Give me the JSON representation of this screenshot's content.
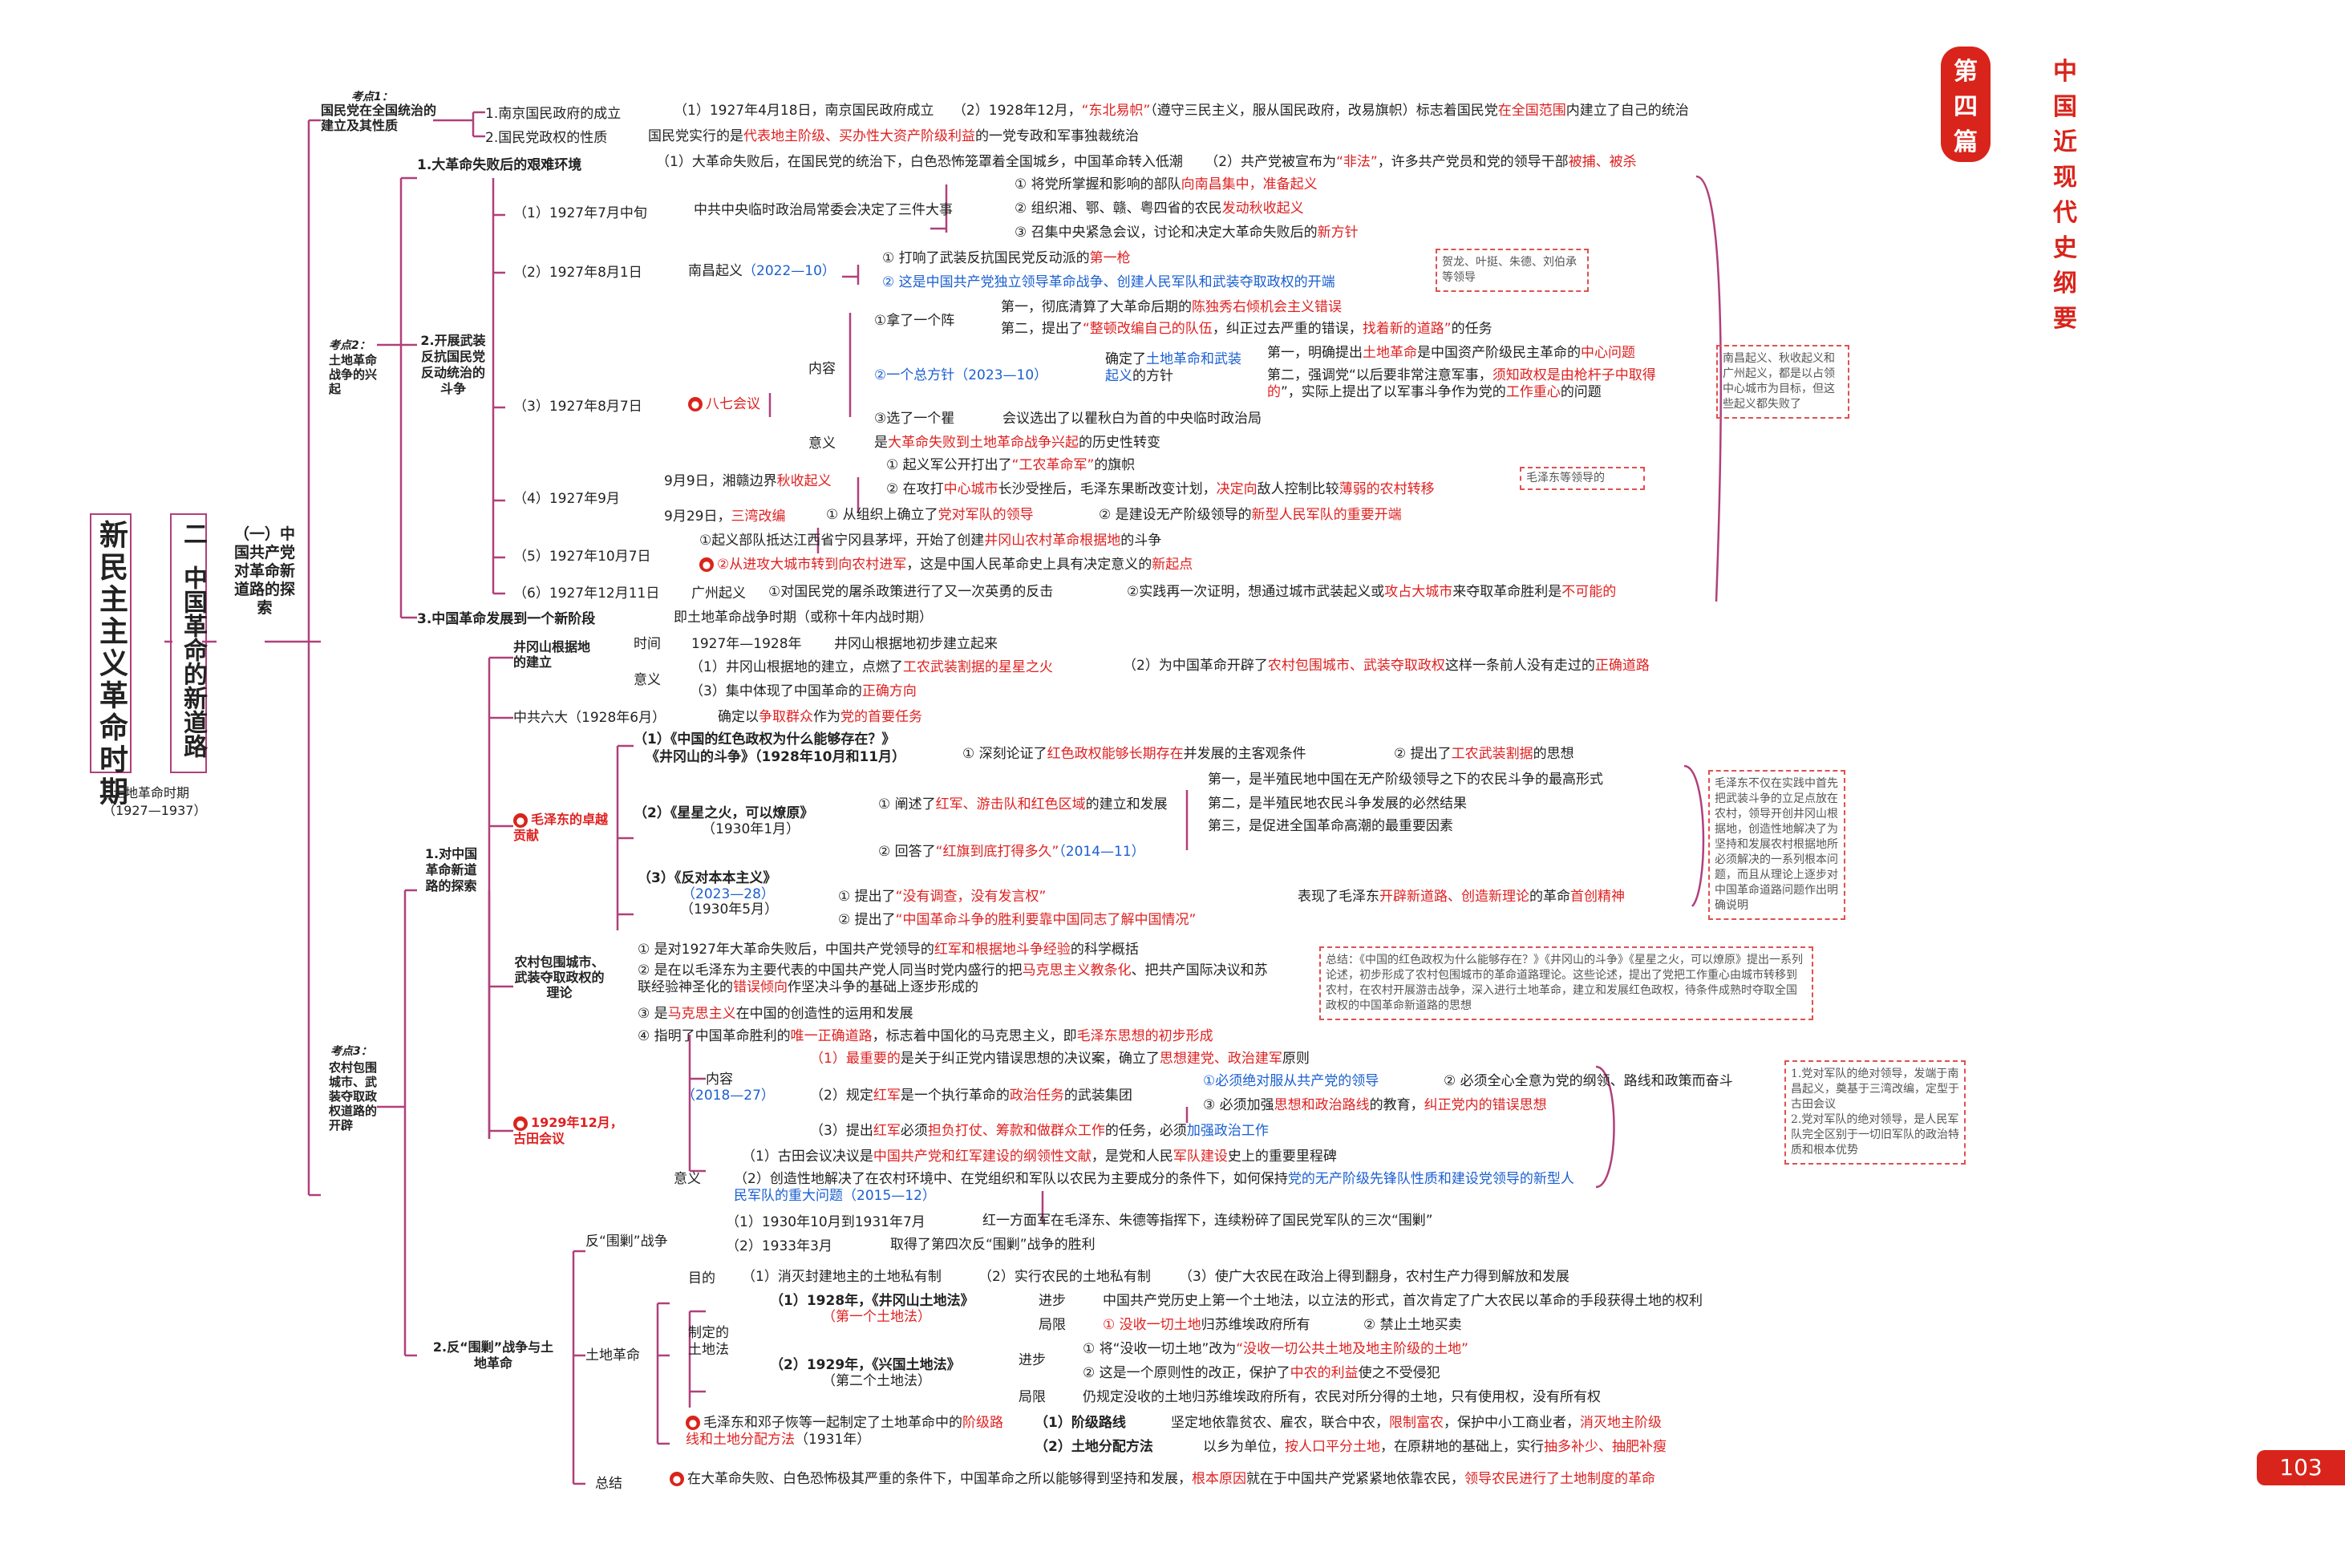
{
  "header": {
    "badge": "第四篇",
    "title": "中国近现代史纲要"
  },
  "page_number": "103",
  "root": {
    "title": "新民主主义革命时期",
    "period": "土地革命时期",
    "years": "（1927—1937）"
  },
  "chapter": {
    "num": "二",
    "title": "中国革命的新道路"
  },
  "section1": {
    "title": "（一）中国共产党对革命新道路的探索"
  },
  "k1": {
    "label": "考点1：",
    "title": "国民党在全国统治的建立及其性质",
    "a": "1.南京国民政府的成立",
    "a1": "（1）1927年4月18日，南京国民政府成立",
    "a2": "（2）1928年12月，",
    "a2r": "“东北易帜”",
    "a2b": "（遵守三民主义，服从国民政府，改易旗帜）标志着国民党",
    "a2c": "在全国范围",
    "a2d": "内建立了自己的统治",
    "b": "2.国民党政权的性质",
    "b1": "国民党实行的是",
    "b1r": "代表地主阶级、买办性大资产阶级利益",
    "b1b": "的一党专政和军事独裁统治"
  },
  "k2": {
    "label": "考点2：",
    "title": "土地革命战争的兴起",
    "l1": "1.大革命失败后的艰难环境",
    "l1a": "（1）大革命失败后，在国民党的统治下，白色恐怖笼罩着全国城乡，中国革命转入低潮",
    "l1b": "（2）共产党被宣布为",
    "l1br": "“非法”",
    "l1bc": "，许多共产党员和党的领导干部",
    "l1bd": "被捕、被杀",
    "l2": "2.开展武装反抗国民党反动统治的斗争",
    "r1": "（1）1927年7月中旬",
    "r1a": "中共中央临时政治局常委会决定了三件大事",
    "r1i": "① 将党所掌握和影响的部队",
    "r1ir": "向南昌集中，准备起义",
    "r1ii": "② 组织湘、鄂、赣、粤四省的农民",
    "r1iir": "发动秋收起义",
    "r1iii": "③ 召集中央紧急会议，讨论和决定大革命失败后的",
    "r1iiir": "新方针",
    "r2": "（2）1927年8月1日",
    "r2a": "南昌起义",
    "r2ab": "（2022—10）",
    "r2i": "① 打响了武装反抗国民党反动派的",
    "r2ir": "第一枪",
    "r2ii": "② 这是中国共产党独立领导革命战争、创建人民军队和武装夺取政权的开端",
    "r2note": "贺龙、叶挺、朱德、刘伯承等领导",
    "r3": "（3）1927年8月7日",
    "r3b": "八七会议",
    "r3c": "内容",
    "r3c1": "①拿了一个阵",
    "r3c1a": "第一，彻底清算了大革命后期的",
    "r3c1ar": "陈独秀右倾机会主义错误",
    "r3c1b": "第二，提出了",
    "r3c1br": "“整顿改编自己的队伍",
    "r3c1bc": "，纠正过去严重的错误，",
    "r3c1bd": "找着新的道路”",
    "r3c1be": "的任务",
    "r3c2": "②一个总方针（2023—10）",
    "r3c2a": "确定了",
    "r3c2ab": "土地革命和武装起义",
    "r3c2ac": "的方针",
    "r3c2x1": "第一，明确提出",
    "r3c2x1r": "土地革命",
    "r3c2x1b": "是中国资产阶级民主革命的",
    "r3c2x1c": "中心问题",
    "r3c2x2": "第二，强调党“以后要非常注意军事，",
    "r3c2x2r": "须知政权是由枪杆子中取得的",
    "r3c2x2b": "”，实际上提出了以军事斗争作为党的",
    "r3c2x2c": "工作重心",
    "r3c2x2d": "的问题",
    "r3c3": "③选了一个瞿",
    "r3c3a": "会议选出了以瞿秋白为首的中央临时政治局",
    "r3d": "意义",
    "r3da": "是",
    "r3dr": "大革命失败到土地革命战争兴起",
    "r3db": "的历史性转变",
    "r4": "（4）1927年9月",
    "r4a": "9月9日，湘赣边界",
    "r4ar": "秋收起义",
    "r4i": "① 起义军公开打出了",
    "r4ir": "“工农革命军”",
    "r4ib": "的旗帜",
    "r4ii": "② 在攻打",
    "r4iib": "中心城市",
    "r4iic": "长沙受挫后，毛泽东果断改变计划，",
    "r4iir": "决定向",
    "r4iid": "敌人控制比较",
    "r4iie": "薄弱的农村转移",
    "r4b": "9月29日，",
    "r4br": "三湾改编",
    "r4iii": "① 从组织上确立了",
    "r4iiir": "党对军队的领导",
    "r4iv": "② 是建设无产阶级领导的",
    "r4ivr": "新型人民军队的重要开端",
    "r4note": "毛泽东等领导的",
    "r5": "（5）1927年10月7日",
    "r5i": "①起义部队抵达江西省宁冈县茅坪，开始了创建",
    "r5ir": "井冈山农村革命根据地",
    "r5ib": "的斗争",
    "r5ii": "②从进攻大城市转到向农村进军",
    "r5iib": "，这是中国人民革命史上具有决定意义的",
    "r5iic": "新起点",
    "r6": "（6）1927年12月11日",
    "r6a": "广州起义",
    "r6i": "①对国民党的屠杀政策进行了又一次英勇的反击",
    "r6ii": "②实践再一次证明，想通过城市武装起义或",
    "r6iir": "攻占大城市",
    "r6iib": "来夺取革命胜利是",
    "r6iic": "不可能的",
    "rnote": "南昌起义、秋收起义和广州起义，都是以占领中心城市为目标，但这些起义都失败了",
    "l3": "3.中国革命发展到一个新阶段",
    "l3a": "即土地革命战争时期（或称十年内战时期）"
  },
  "k3": {
    "label": "考点3：",
    "title": "农村包围城市、武装夺取政权道路的开辟",
    "s1": "1.对中国革命新道路的探索",
    "jg": "井冈山根据地的建立",
    "jg_t": "时间",
    "jg_ta": "1927年—1928年",
    "jg_tb": "井冈山根据地初步建立起来",
    "jg_y": "意义",
    "jg_y1": "（1）井冈山根据地的建立，点燃了",
    "jg_y1r": "工农武装割据的星星之火",
    "jg_y2": "（2）为中国革命开辟了",
    "jg_y2r": "农村包围城市、武装夺取政权",
    "jg_y2b": "这样一条前人没有走过的",
    "jg_y2c": "正确道路",
    "jg_y3": "（3）集中体现了中国革命的",
    "jg_y3r": "正确方向",
    "zg": "中共六大（1928年6月）",
    "zga": "确定以",
    "zgar": "争取群众",
    "zgab": "作为",
    "zgac": "党的首要任务",
    "mz": "毛泽东的卓越贡献",
    "w1": "（1）《中国的红色政权为什么能够存在？》",
    "w1b": "《井冈山的斗争》（1928年10月和11月）",
    "w1i": "① 深刻论证了",
    "w1ir": "红色政权能够长期存在",
    "w1ib": "并发展的主客观条件",
    "w1ii": "② 提出了",
    "w1iir": "工农武装割据",
    "w1iib": "的思想",
    "w2": "（2）《星星之火，可以燎原》",
    "w2b": "（1930年1月）",
    "w2i": "① 阐述了",
    "w2ir": "红军、游击队和红色区域",
    "w2ib": "的建立和发展",
    "w2x1": "第一，是半殖民地中国在无产阶级领导之下的农民斗争的最高形式",
    "w2x2": "第二，是半殖民地农民斗争发展的必然结果",
    "w2x3": "第三，是促进全国革命高潮的最重要因素",
    "w2ii": "② 回答了",
    "w2iir": "“红旗到底打得多久”",
    "w2iib": "（2014—11）",
    "w3": "（3）《反对本本主义》",
    "w3b": "（2023—28）",
    "w3c": "（1930年5月）",
    "w3i": "① 提出了",
    "w3ir": "“没有调查，没有发言权”",
    "w3ii": "② 提出了",
    "w3iir": "“中国革命斗争的胜利要靠中国同志了解中国情况”",
    "w3x": "表现了毛泽东",
    "w3xr": "开辟新道路、创造新理论",
    "w3xb": "的革命",
    "w3xc": "首创精神",
    "mznote": "毛泽东不仅在实践中首先把武装斗争的立足点放在农村，领导开创井冈山根据地，创造性地解决了为坚持和发展农村根据地所必须解决的一系列根本问题，而且从理论上逐步对中国革命道路问题作出明确说明",
    "nc": "农村包围城市、武装夺取政权的理论",
    "nc1": "① 是对1927年大革命失败后，中国共产党领导的",
    "nc1r": "红军和根据地斗争经验",
    "nc1b": "的科学概括",
    "nc2": "② 是在以毛泽东为主要代表的中国共产党人同当时党内盛行的把",
    "nc2r": "马克思主义教条化",
    "nc2b": "、把共产国际决议和苏联经验神圣化的",
    "nc2c": "错误倾向",
    "nc2d": "作坚决斗争的基础上逐步形成的",
    "nc3": "③ 是",
    "nc3r": "马克思主义",
    "nc3b": "在中国的创造性的运用和发展",
    "nc4": "④ 指明了中国革命胜利的",
    "nc4r": "唯一正确道路",
    "nc4b": "，标志着中国化的马克思主义，即",
    "nc4c": "毛泽东思想的初步形成",
    "ncnote": "总结：《中国的红色政权为什么能够存在？》《井冈山的斗争》《星星之火，可以燎原》提出一系列论述，初步形成了农村包围城市的革命道路理论。这些论述，提出了党把工作重心由城市转移到农村，在农村开展游击战争，深入进行土地革命，建立和发展红色政权，待条件成熟时夺取全国政权的中国革命新道路的思想",
    "gt": "1929年12月，古田会议",
    "gt_n": "内容",
    "gt_nb": "（2018—27）",
    "gt1": "（1）最重要的",
    "gt1b": "是关于纠正党内错误思想的决议案，确立了",
    "gt1r": "思想建党、政治建军",
    "gt1c": "原则",
    "gt2": "（2）规定",
    "gt2r": "红军",
    "gt2b": "是一个执行革命的",
    "gt2c": "政治任务",
    "gt2d": "的武装集团",
    "gt2i": "①必须绝对服从共产党的领导",
    "gt2ii": "② 必须全心全意为党的纲领、路线和政策而奋斗",
    "gt2iii": "③ 必须加强",
    "gt2iiir": "思想和政治路线",
    "gt2iiib": "的教育，",
    "gt2iiic": "纠正党内的错误思想",
    "gt3": "（3）提出",
    "gt3r": "红军",
    "gt3b": "必须",
    "gt3c": "担负打仗、筹款和做群众工作",
    "gt3d": "的任务，必须",
    "gt3e": "加强政治工作",
    "gt_y": "意义",
    "gt_y1": "（1）古田会议决议是",
    "gt_y1r": "中国共产党和红军建设的纲领性文献",
    "gt_y1b": "，是党和人民",
    "gt_y1c": "军队建设",
    "gt_y1d": "史上的重要里程碑",
    "gt_y2": "（2）创造性地解决了在农村环境中、在党组织和军队以农民为主要成分的条件下，如何保持",
    "gt_y2b": "党的无产阶级先锋队性质和建设党领导的新型人民军队",
    "gt_y2c": "的重大问题（2015—12）",
    "gtnote": "1.党对军队的绝对领导，发端于南昌起义，奠基于三湾改编，定型于古田会议\n2.党对军队的绝对领导，是人民军队完全区别于一切旧军队的政治特质和根本优势",
    "s2": "2.反“围剿”战争与土地革命",
    "wj": "反“围剿”战争",
    "wj1": "（1）1930年10月到1931年7月",
    "wj1a": "红一方面军在毛泽东、朱德等指挥下，连续粉碎了国民党军队的三次“围剿”",
    "wj2": "（2）1933年3月",
    "wj2a": "取得了第四次反“围剿”战争的胜利",
    "td": "土地革命",
    "td_m": "目的",
    "td_m1": "（1）消灭封建地主的土地私有制",
    "td_m2": "（2）实行农民的土地私有制",
    "td_m3": "（3）使广大农民在政治上得到翻身，农村生产力得到解放和发展",
    "td_z": "制定的土地法",
    "td_z1": "（1）1928年，《井冈山土地法》",
    "td_z1b": "（第一个土地法）",
    "td_z1_j": "进步",
    "td_z1_ja": "中国共产党历史上第一个土地法，以立法的形式，首次肯定了广大农民以革命的手段获得土地的权利",
    "td_z1_x": "局限",
    "td_z1_x1": "① 没收一切土地",
    "td_z1_x1b": "归苏维埃政府所有",
    "td_z1_x2": "② 禁止土地买卖",
    "td_z2": "（2）1929年，《兴国土地法》",
    "td_z2b": "（第二个土地法）",
    "td_z2_j": "进步",
    "td_z2_j1": "① 将“没收一切土地”改为",
    "td_z2_j1r": "“没收一切公共土地及地主阶级的土地”",
    "td_z2_j2": "② 这是一个原则性的改正，保护了",
    "td_z2_j2r": "中农的利益",
    "td_z2_j2b": "使之不受侵犯",
    "td_z2_x": "局限",
    "td_z2_xa": "仍规定没收的土地归苏维埃政府所有，农民对所分得的土地，只有使用权，没有所有权",
    "td_l": "毛泽东和邓子恢等一起制定了土地革命中的",
    "td_lr": "阶级路线和土地分配方法",
    "td_lb": "（1931年）",
    "td_l1": "（1）阶级路线",
    "td_l1a": "坚定地依靠贫农、雇农，联合中农，",
    "td_l1r": "限制富农",
    "td_l1b": "，保护中小工商业者，",
    "td_l1c": "消灭地主阶级",
    "td_l2": "（2）土地分配方法",
    "td_l2a": "以乡为单位，",
    "td_l2r": "按人口平分土地",
    "td_l2b": "，在原耕地的基础上，实行",
    "td_l2c": "抽多补少、抽肥补瘦",
    "zj": "总结",
    "zja": "在大革命失败、白色恐怖极其严重的条件下，中国革命之所以能够得到坚持和发展，",
    "zjr": "根本原因",
    "zjb": "就在于中国共产党紧紧地依靠农民，",
    "zjc": "领导农民进行了土地制度的革命"
  }
}
